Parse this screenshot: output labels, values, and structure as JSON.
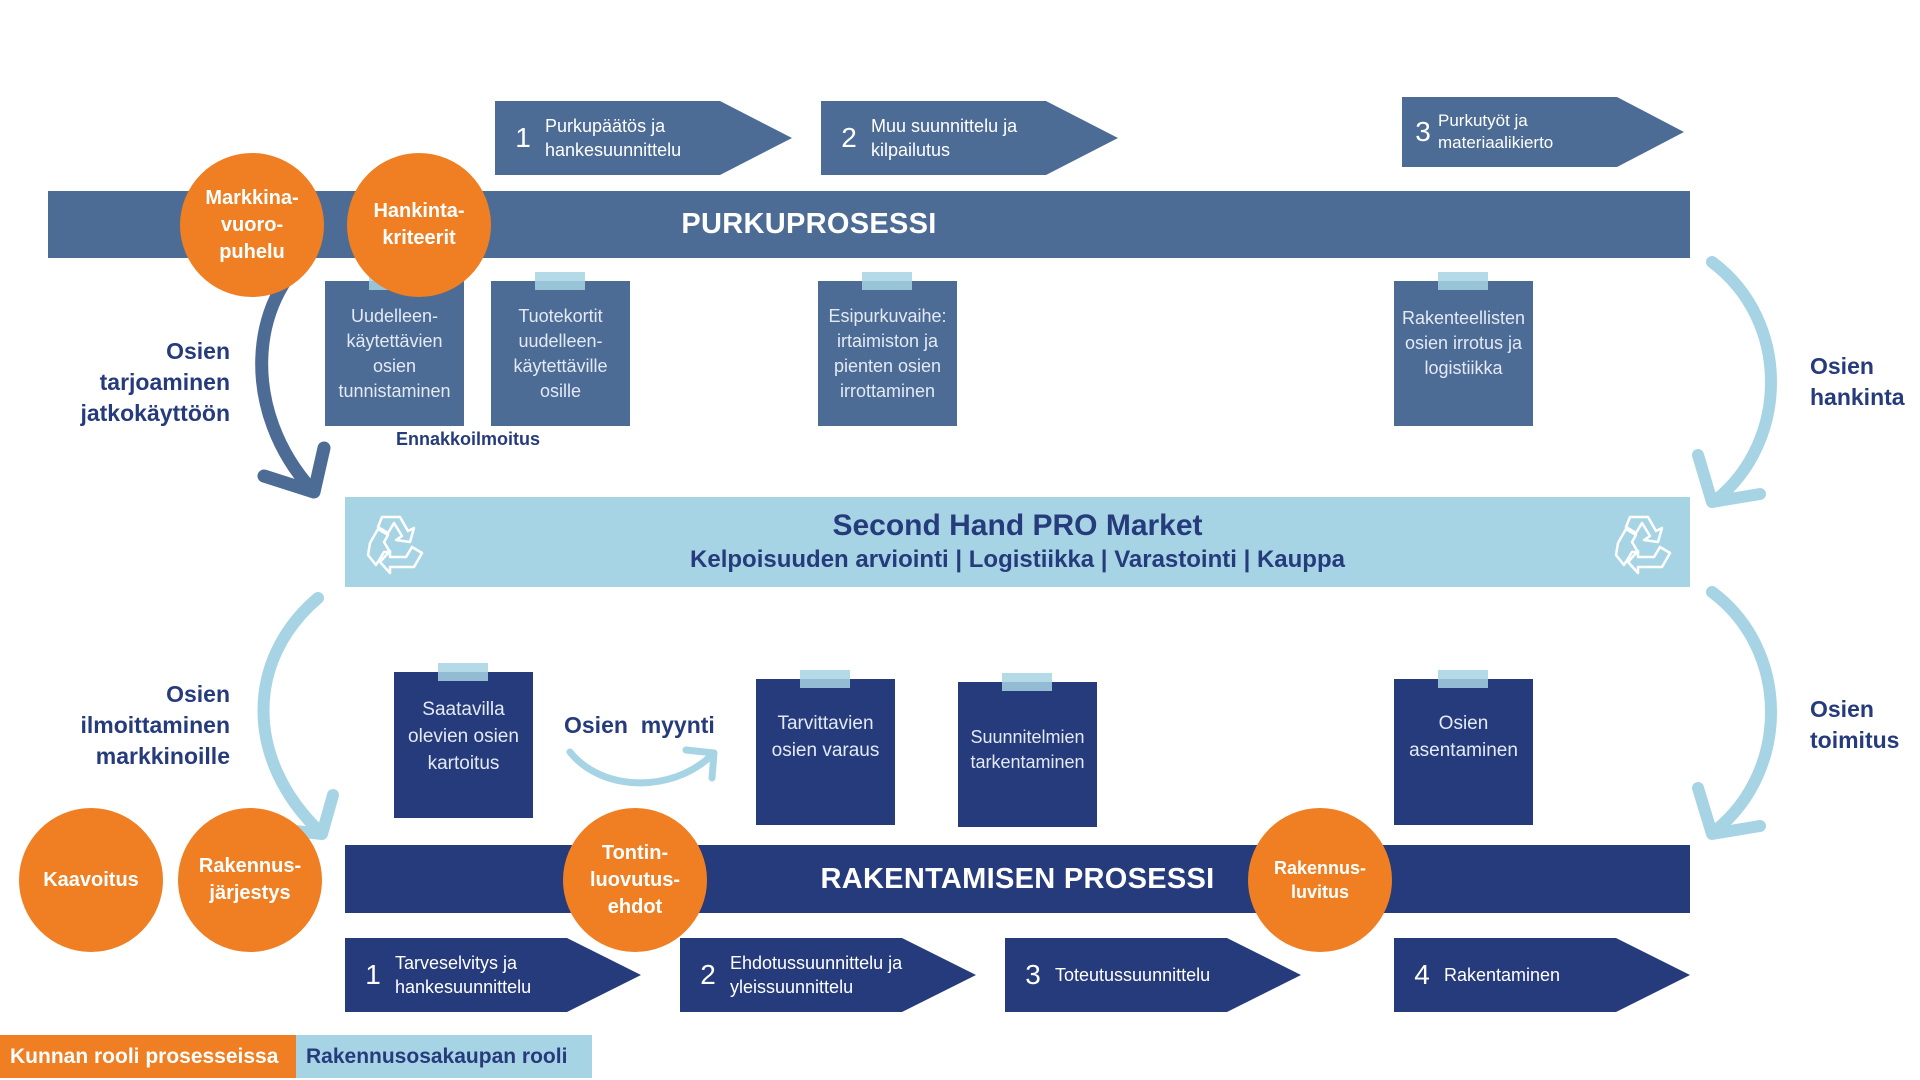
{
  "demolition": {
    "band_title": "PURKUPROSESSI",
    "steps": [
      {
        "num": "1",
        "label": "Purkupäätös ja hankesuunnittelu"
      },
      {
        "num": "2",
        "label": "Muu suunnittelu ja kilpailutus"
      },
      {
        "num": "3",
        "label": "Purkutyöt ja materiaalikierto"
      }
    ],
    "notes": [
      "Uudelleen-käytettävien osien tunnistaminen",
      "Tuotekortit uudelleen-käytettäville osille",
      "Esipurkuvaihe: irtaimiston ja pienten osien irrottaminen",
      "Rakenteellisten osien irrotus ja logistiikka"
    ],
    "note_caption": "Ennakkoilmoitus",
    "circles": [
      "Markkina-vuoro-puhelu",
      "Hankinta-kriteerit"
    ]
  },
  "market": {
    "title": "Second Hand PRO Market",
    "subtitle": "Kelpoisuuden arviointi | Logistiikka | Varastointi | Kauppa",
    "icon": "recycle-icon"
  },
  "flows": {
    "top_left": "Osien tarjoaminen jatkokäyttöön",
    "top_right": "Osien hankinta",
    "bottom_left": "Osien ilmoittaminen markkinoille",
    "bottom_right": "Osien toimitus",
    "middle": "Osien  myynti"
  },
  "construction": {
    "band_title": "RAKENTAMISEN PROSESSI",
    "steps": [
      {
        "num": "1",
        "label": "Tarveselvitys ja hankesuunnittelu"
      },
      {
        "num": "2",
        "label": "Ehdotussuunnittelu ja yleissuunnittelu"
      },
      {
        "num": "3",
        "label": "Toteutussuunnittelu"
      },
      {
        "num": "4",
        "label": "Rakentaminen"
      }
    ],
    "notes": [
      "Saatavilla olevien osien kartoitus",
      "Tarvittavien osien varaus",
      "Suunnitelmien tarkentaminen",
      "Osien asentaminen"
    ],
    "circles": [
      "Kaavoitus",
      "Rakennus-järjestys",
      "Tontin-luovutus-ehdot",
      "Rakennus-luvitus"
    ]
  },
  "legend": {
    "municipality": "Kunnan rooli prosesseissa",
    "marketplace": "Rakennusosakaupan rooli"
  },
  "colors": {
    "orange": "#ef7f22",
    "demolition_blue": "#4d6c95",
    "construction_navy": "#263b7c",
    "market_light_blue": "#a7d4e4"
  }
}
